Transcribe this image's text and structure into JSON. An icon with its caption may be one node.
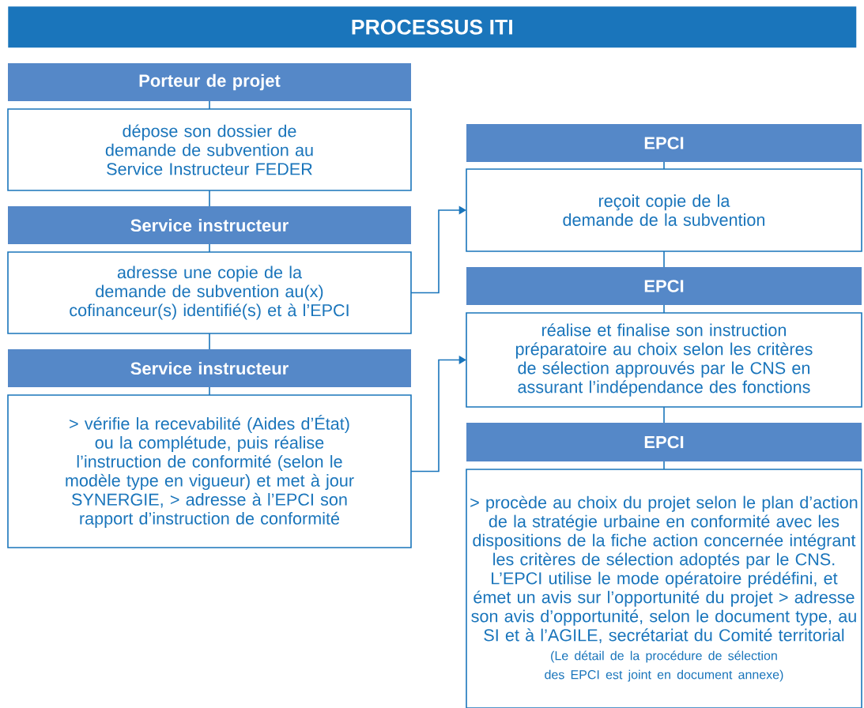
{
  "diagram": {
    "title": "PROCESSUS ITI",
    "nodes": [
      {
        "text": [
          "Porteur de projet"
        ]
      },
      {
        "text": [
          "dépose son dossier de demande de subvention au Service Instructeur FEDER"
        ]
      },
      {
        "text": [
          "Service instructeur"
        ]
      },
      {
        "text": [
          "adresse une copie de la demande de subvention au(x) cofinanceur(s) identifié(s) et à l’EPCI"
        ]
      },
      {
        "text": [
          "Service instructeur"
        ]
      },
      {
        "text": [
          "> vérifie la recevabilité (Aides d’État) ou la complétude, puis réalise l’instruction de conformité (selon le modèle type en vigueur) et met à jour SYNERGIE, > adresse à l’EPCI son rapport d’instruction de conformité"
        ]
      },
      {
        "text": [
          "EPCI"
        ]
      },
      {
        "text": [
          "reçoit copie de la demande de la subvention"
        ]
      },
      {
        "text": [
          "EPCI"
        ]
      },
      {
        "text": [
          "réalise et finalise son instruction préparatoire au choix selon les critères de sélection approuvés par le CNS en assurant l’indépendance des fonctions"
        ]
      },
      {
        "text": [
          "EPCI"
        ]
      },
      {
        "text": [
          "> procède au choix du projet selon le plan d’action de la stratégie urbaine en conformité avec les dispositions de la fiche action concernée intégrant les critères de sélection adoptés par le CNS. L’EPCI utilise le mode opératoire prédéfini, et émet un avis sur l’opportunité du projet > adresse son avis d’opportunité, selon le document type, au SI et à l’AGILE, secrétariat du Comité territorial",
          "(Le détail de la procédure de sélection des EPCI est joint en document annexe)"
        ]
      }
    ],
    "edges": [
      {
        "from": 0,
        "to": 1,
        "arrow": "none"
      },
      {
        "from": 1,
        "to": 2,
        "arrow": "none"
      },
      {
        "from": 2,
        "to": 3,
        "arrow": "none"
      },
      {
        "from": 3,
        "to": 4,
        "arrow": "none"
      },
      {
        "from": 4,
        "to": 5,
        "arrow": "none"
      },
      {
        "from": 3,
        "to": 7,
        "arrow": "to"
      },
      {
        "from": 5,
        "to": 9,
        "arrow": "to"
      },
      {
        "from": 6,
        "to": 7,
        "arrow": "none"
      },
      {
        "from": 7,
        "to": 8,
        "arrow": "none"
      },
      {
        "from": 8,
        "to": 9,
        "arrow": "none"
      },
      {
        "from": 9,
        "to": 10,
        "arrow": "none"
      },
      {
        "from": 10,
        "to": 11,
        "arrow": "none"
      }
    ]
  }
}
